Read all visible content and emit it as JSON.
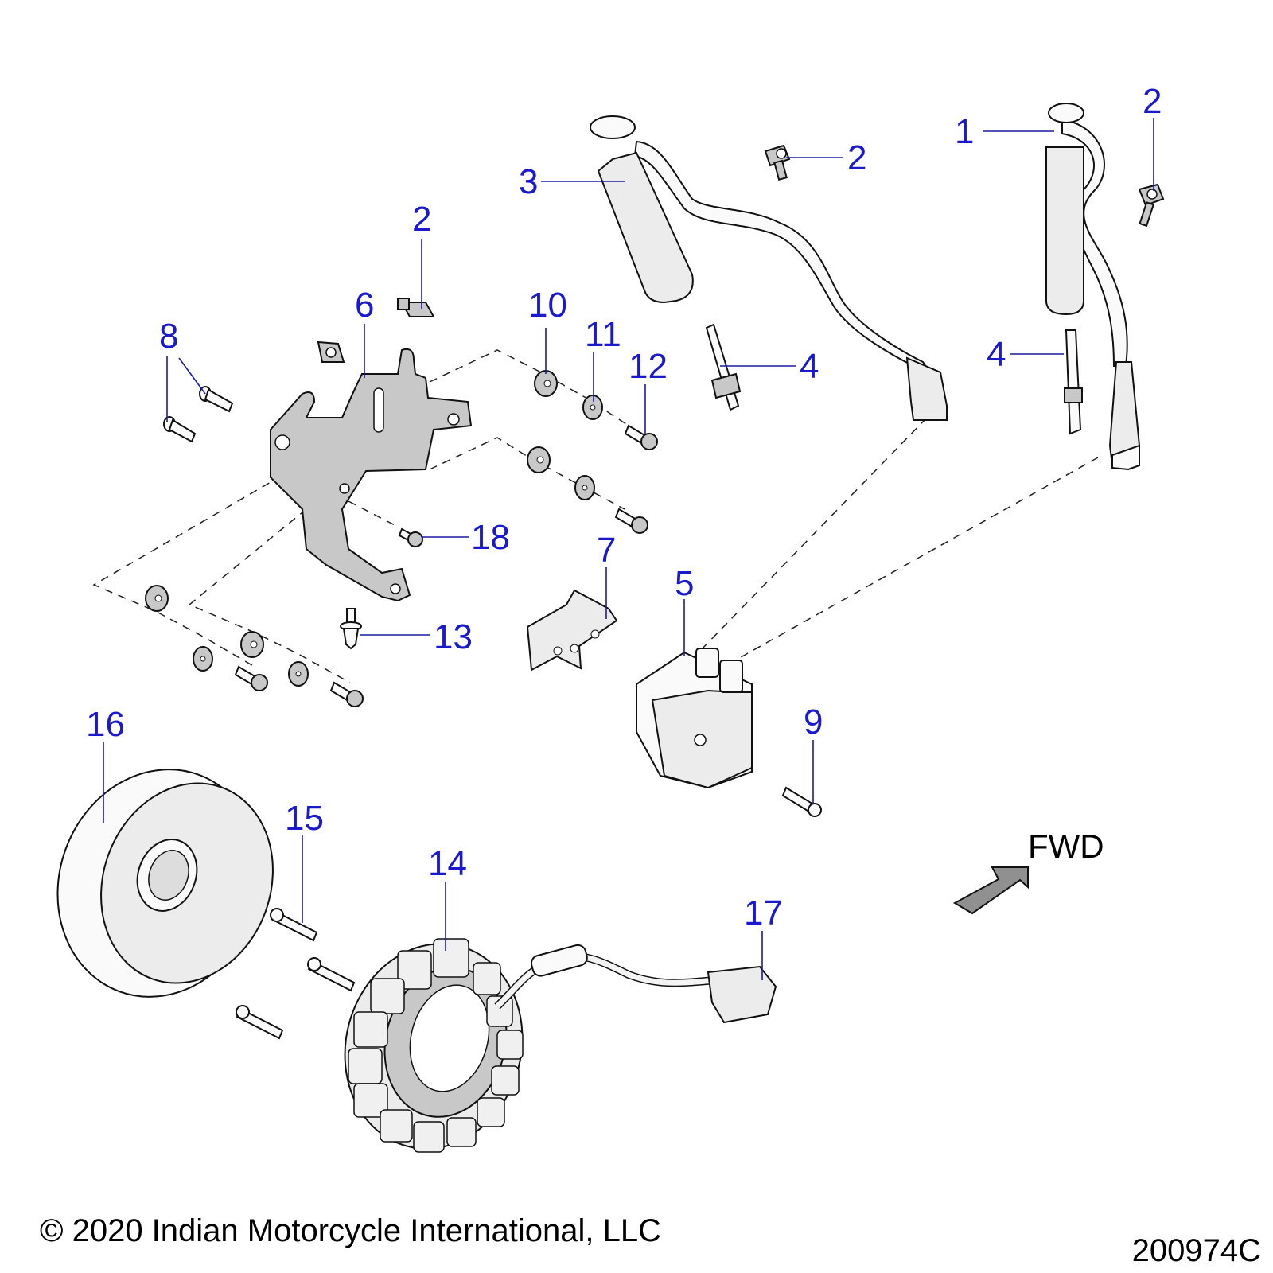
{
  "diagram": {
    "direction_label": "FWD",
    "copyright": "© 2020 Indian Motorcycle International, LLC",
    "figure_id": "200974C",
    "callouts": [
      {
        "id": "c1",
        "label": "1"
      },
      {
        "id": "c2a",
        "label": "2"
      },
      {
        "id": "c2b",
        "label": "2"
      },
      {
        "id": "c2c",
        "label": "2"
      },
      {
        "id": "c3",
        "label": "3"
      },
      {
        "id": "c4a",
        "label": "4"
      },
      {
        "id": "c4b",
        "label": "4"
      },
      {
        "id": "c5",
        "label": "5"
      },
      {
        "id": "c6",
        "label": "6"
      },
      {
        "id": "c7",
        "label": "7"
      },
      {
        "id": "c8",
        "label": "8"
      },
      {
        "id": "c9",
        "label": "9"
      },
      {
        "id": "c10",
        "label": "10"
      },
      {
        "id": "c11",
        "label": "11"
      },
      {
        "id": "c12",
        "label": "12"
      },
      {
        "id": "c13",
        "label": "13"
      },
      {
        "id": "c14",
        "label": "14"
      },
      {
        "id": "c15",
        "label": "15"
      },
      {
        "id": "c16",
        "label": "16"
      },
      {
        "id": "c17",
        "label": "17"
      },
      {
        "id": "c18",
        "label": "18"
      }
    ],
    "parts": [
      {
        "ref": "1",
        "name": "ignition-coil-rear"
      },
      {
        "ref": "2",
        "name": "clip"
      },
      {
        "ref": "3",
        "name": "ignition-coil-front"
      },
      {
        "ref": "4",
        "name": "spark-plug"
      },
      {
        "ref": "5",
        "name": "ignition-module"
      },
      {
        "ref": "6",
        "name": "mounting-bracket"
      },
      {
        "ref": "7",
        "name": "module-bracket"
      },
      {
        "ref": "8",
        "name": "bolt"
      },
      {
        "ref": "9",
        "name": "screw"
      },
      {
        "ref": "10",
        "name": "grommet"
      },
      {
        "ref": "11",
        "name": "washer"
      },
      {
        "ref": "12",
        "name": "flange-bolt"
      },
      {
        "ref": "13",
        "name": "stud-fastener"
      },
      {
        "ref": "14",
        "name": "stator"
      },
      {
        "ref": "15",
        "name": "stator-screw"
      },
      {
        "ref": "16",
        "name": "flywheel-rotor"
      },
      {
        "ref": "17",
        "name": "stator-connector"
      },
      {
        "ref": "18",
        "name": "flange-bolt-small"
      }
    ],
    "colors": {
      "callout": "#1a1acc",
      "leader": "#1a1aa0",
      "arrow_fill": "#909090"
    }
  }
}
